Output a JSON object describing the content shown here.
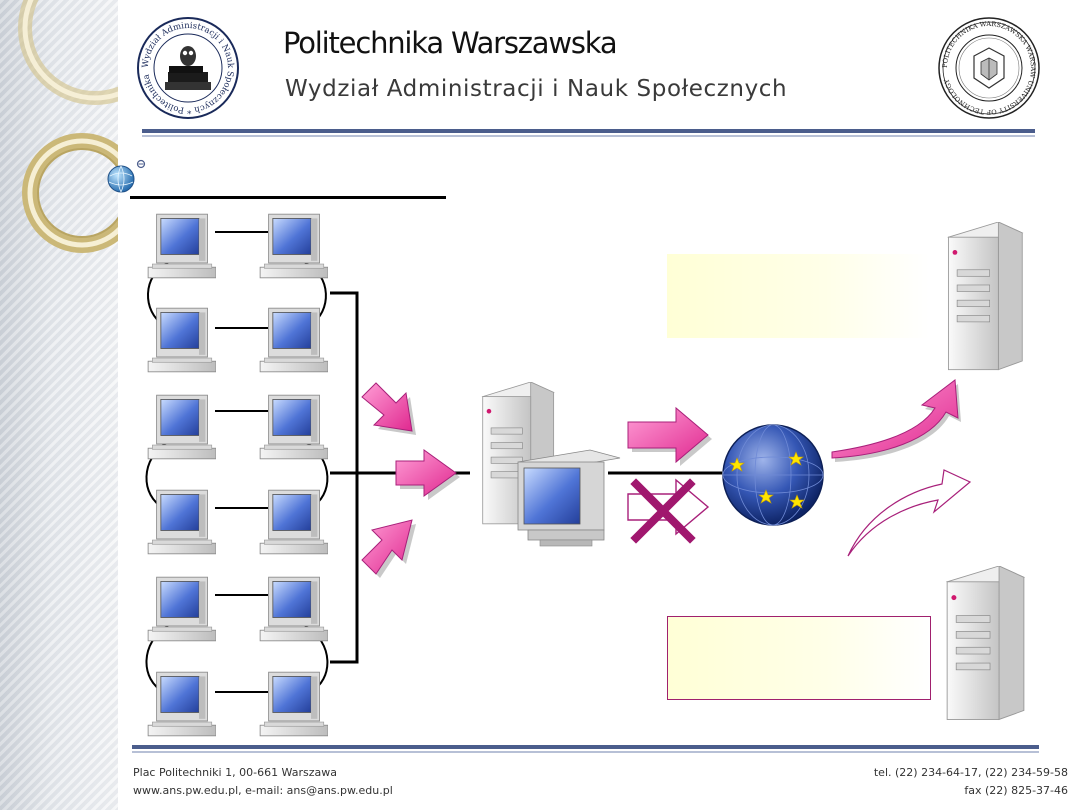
{
  "header": {
    "title": "Politechnika Warszawska",
    "subtitle": "Wydział Administracji i Nauk Społecznych"
  },
  "logos": {
    "left_seal_text": "Wydział Administracji i Nauk Społecznych * Politechnika Warszawska *",
    "right_seal_text": "POLITECHNIKA WARSZAWSKA WARSAW UNIVERSITY OF TECHNOLOGY"
  },
  "footer": {
    "address": "Plac Politechniki 1, 00-661 Warszawa",
    "web_email": "www.ans.pw.edu.pl, e-mail: ans@ans.pw.edu.pl",
    "phone": "tel. (22) 234-64-17, (22) 234-59-58",
    "fax": "fax (22) 825-37-46"
  },
  "diagram": {
    "client_count": 12,
    "blocked_path": true,
    "colors": {
      "arrow_magenta": "#e0288f",
      "arrow_outline": "#a8207a",
      "line_black": "#000000",
      "globe_blue": "#1c3f8c",
      "rule_navy": "#4b5d8c",
      "note_yellow": "#ffffd6"
    }
  }
}
